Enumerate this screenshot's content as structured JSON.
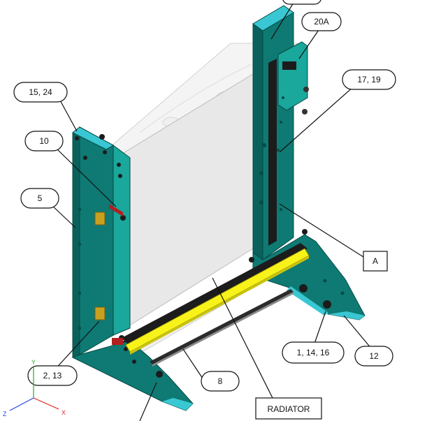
{
  "diagram": {
    "callouts": {
      "c20a": "20A",
      "c17_19": "17, 19",
      "c15_24": "15, 24",
      "c10": "10",
      "c5": "5",
      "cA": "A",
      "c1_14_16": "1, 14, 16",
      "c12": "12",
      "c2_13": "2, 13",
      "c8": "8",
      "cradiator": "RADIATOR"
    },
    "axes": {
      "x": "X",
      "y": "Y",
      "z": "Z"
    },
    "colors": {
      "frame": "#0e7a73",
      "frame_edge": "#064b46",
      "frame_light": "#1aa79c",
      "accent_cyan": "#39c8d3",
      "bar_yellow": "#f7f21a",
      "radiator": "#e9e9e9",
      "rail_dark": "#1c1c1c",
      "bracket_gold": "#c8a020"
    }
  }
}
